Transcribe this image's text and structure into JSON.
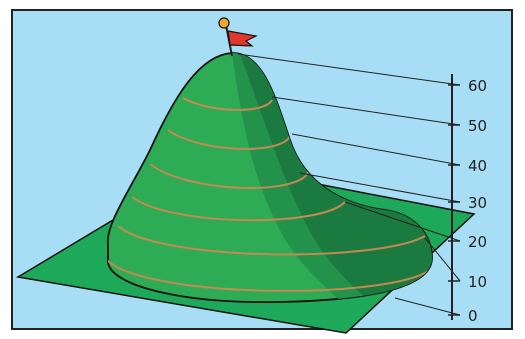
{
  "diagram": {
    "colors": {
      "sky": "#a7ddf5",
      "frame": "#222222",
      "ground": "#1ea85a",
      "hill_light": "#2eab55",
      "hill_mid": "#23924a",
      "hill_dark": "#1b7a40",
      "contour": "#c38a52",
      "flag": "#e0362c",
      "flag_ball": "#f2a82a"
    },
    "icons": [
      "flag-icon"
    ],
    "scale": {
      "ticks": [
        "60",
        "50",
        "40",
        "30",
        "20",
        "10",
        "0"
      ],
      "contour_elevations": [
        60,
        50,
        40,
        30,
        20,
        10,
        0
      ]
    }
  }
}
